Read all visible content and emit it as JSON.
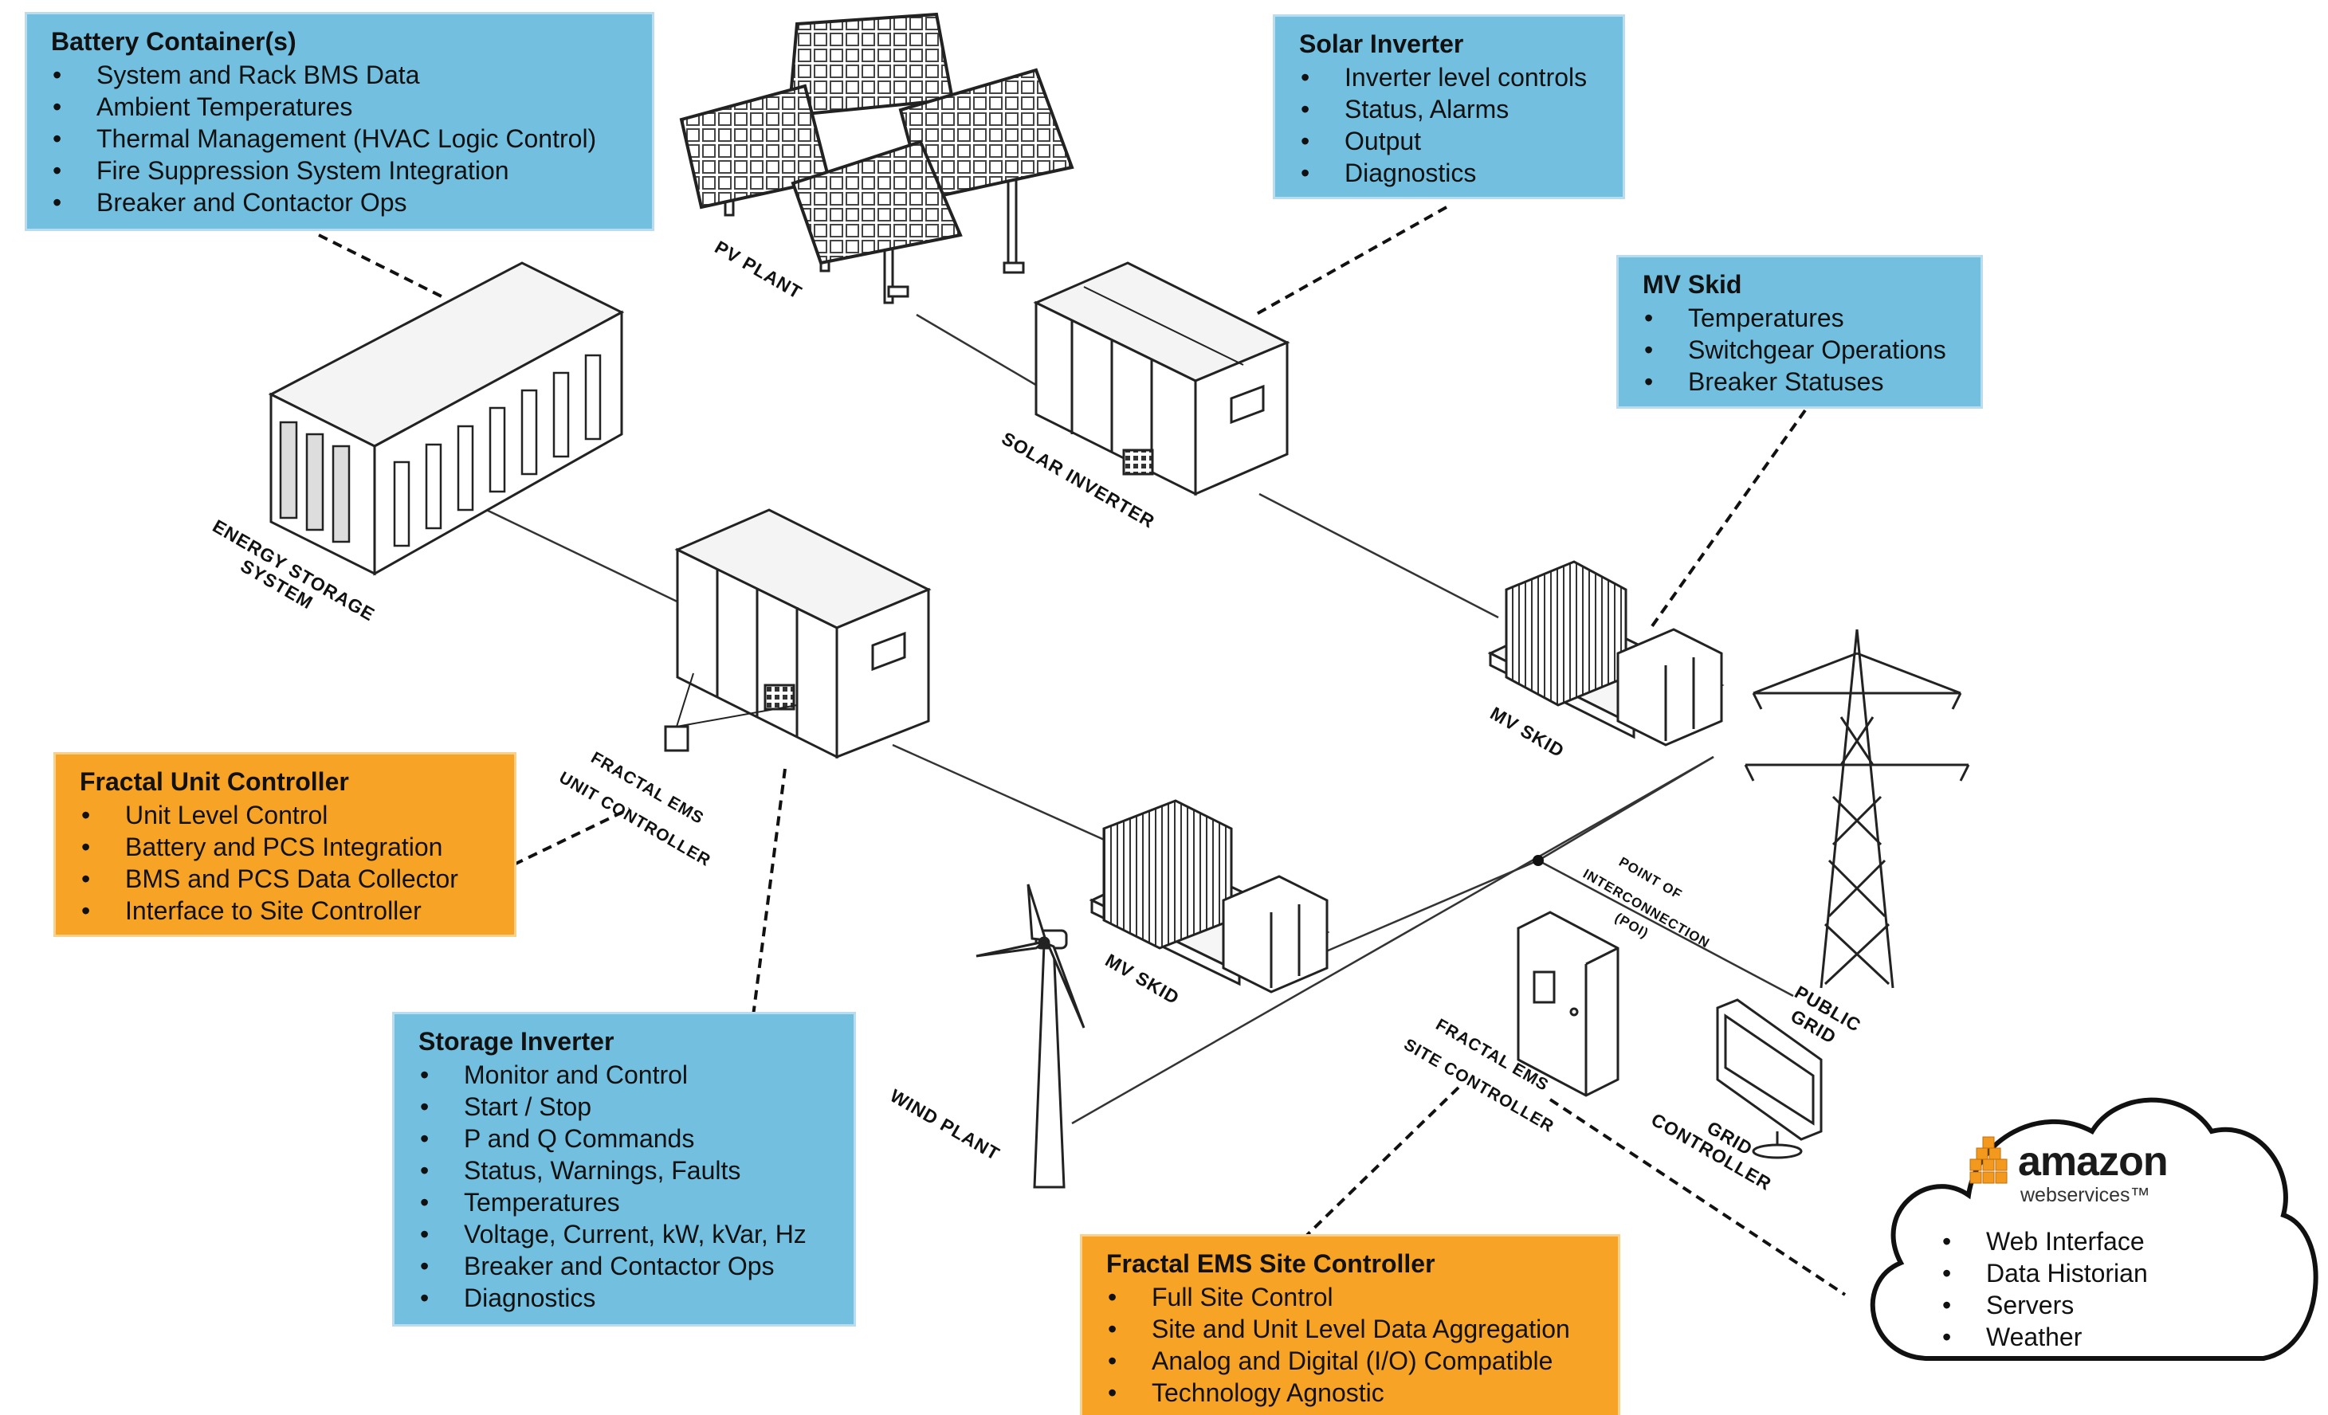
{
  "labels": {
    "pv_plant": "PV PLANT",
    "solar_inverter": "SOLAR INVERTER",
    "energy_storage_1": "ENERGY STORAGE",
    "energy_storage_2": "SYSTEM",
    "fractal_ems_unit_1": "FRACTAL EMS",
    "fractal_ems_unit_2": "UNIT CONTROLLER",
    "mv_skid_upper": "MV SKID",
    "mv_skid_lower": "MV SKID",
    "wind_plant": "WIND PLANT",
    "poi_1": "POINT OF",
    "poi_2": "INTERCONNECTION",
    "poi_3": "(POI)",
    "public_grid_1": "PUBLIC",
    "public_grid_2": "GRID",
    "grid_controller_1": "GRID",
    "grid_controller_2": "CONTROLLER",
    "fractal_ems_site_1": "FRACTAL EMS",
    "fractal_ems_site_2": "SITE CONTROLLER"
  },
  "boxes": {
    "battery_container": {
      "title": "Battery Container(s)",
      "items": [
        "System and Rack BMS Data",
        "Ambient Temperatures",
        "Thermal Management (HVAC Logic Control)",
        "Fire Suppression System Integration",
        "Breaker and Contactor Ops"
      ]
    },
    "solar_inverter": {
      "title": "Solar Inverter",
      "items": [
        "Inverter level controls",
        "Status, Alarms",
        "Output",
        "Diagnostics"
      ]
    },
    "mv_skid": {
      "title": "MV Skid",
      "items": [
        "Temperatures",
        "Switchgear Operations",
        "Breaker Statuses"
      ]
    },
    "fractal_unit_controller": {
      "title": "Fractal Unit Controller",
      "items": [
        "Unit Level Control",
        "Battery and PCS Integration",
        "BMS and PCS Data Collector",
        "Interface to Site Controller"
      ]
    },
    "storage_inverter": {
      "title": "Storage Inverter",
      "items": [
        "Monitor and Control",
        "Start / Stop",
        "P and Q Commands",
        "Status, Warnings, Faults",
        "Temperatures",
        "Voltage, Current, kW, kVar, Hz",
        "Breaker and Contactor Ops",
        "Diagnostics"
      ]
    },
    "fractal_ems_site_controller": {
      "title": "Fractal EMS Site Controller",
      "items": [
        "Full Site Control",
        "Site and Unit Level Data Aggregation",
        "Analog and Digital (I/O) Compatible",
        "Technology Agnostic"
      ]
    }
  },
  "aws": {
    "logo_word": "amazon",
    "logo_sub": "webservices™",
    "items": [
      "Web Interface",
      "Data Historian",
      "Servers",
      "Weather"
    ]
  },
  "colors": {
    "blue_box": "#73bfdf",
    "orange_box": "#f6a326",
    "aws_orange": "#f39a1e"
  }
}
